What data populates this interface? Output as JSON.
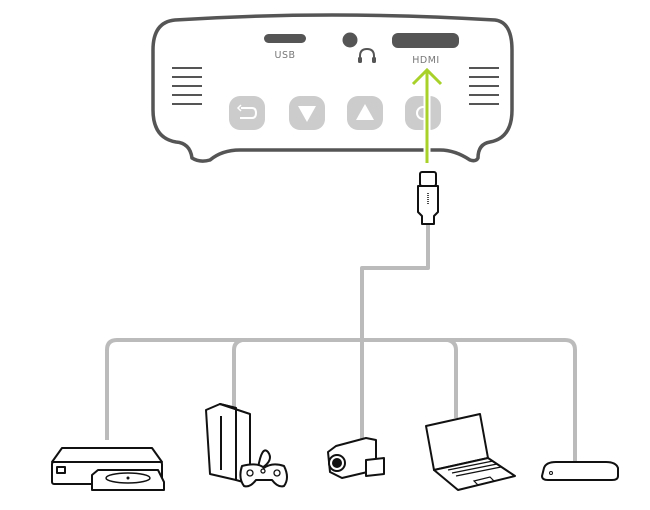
{
  "projector": {
    "ports": {
      "usb_label": "USB",
      "hdmi_label": "HDMI"
    },
    "buttons": [
      "back-icon",
      "down-arrow-icon",
      "up-arrow-icon",
      "power-icon"
    ]
  },
  "colors": {
    "outline": "#555555",
    "button": "#cccccc",
    "arrow": "#a8d12a",
    "cable": "#bbbbbb"
  },
  "devices": [
    "dvd-player",
    "game-console",
    "camcorder",
    "laptop",
    "set-top-box"
  ]
}
